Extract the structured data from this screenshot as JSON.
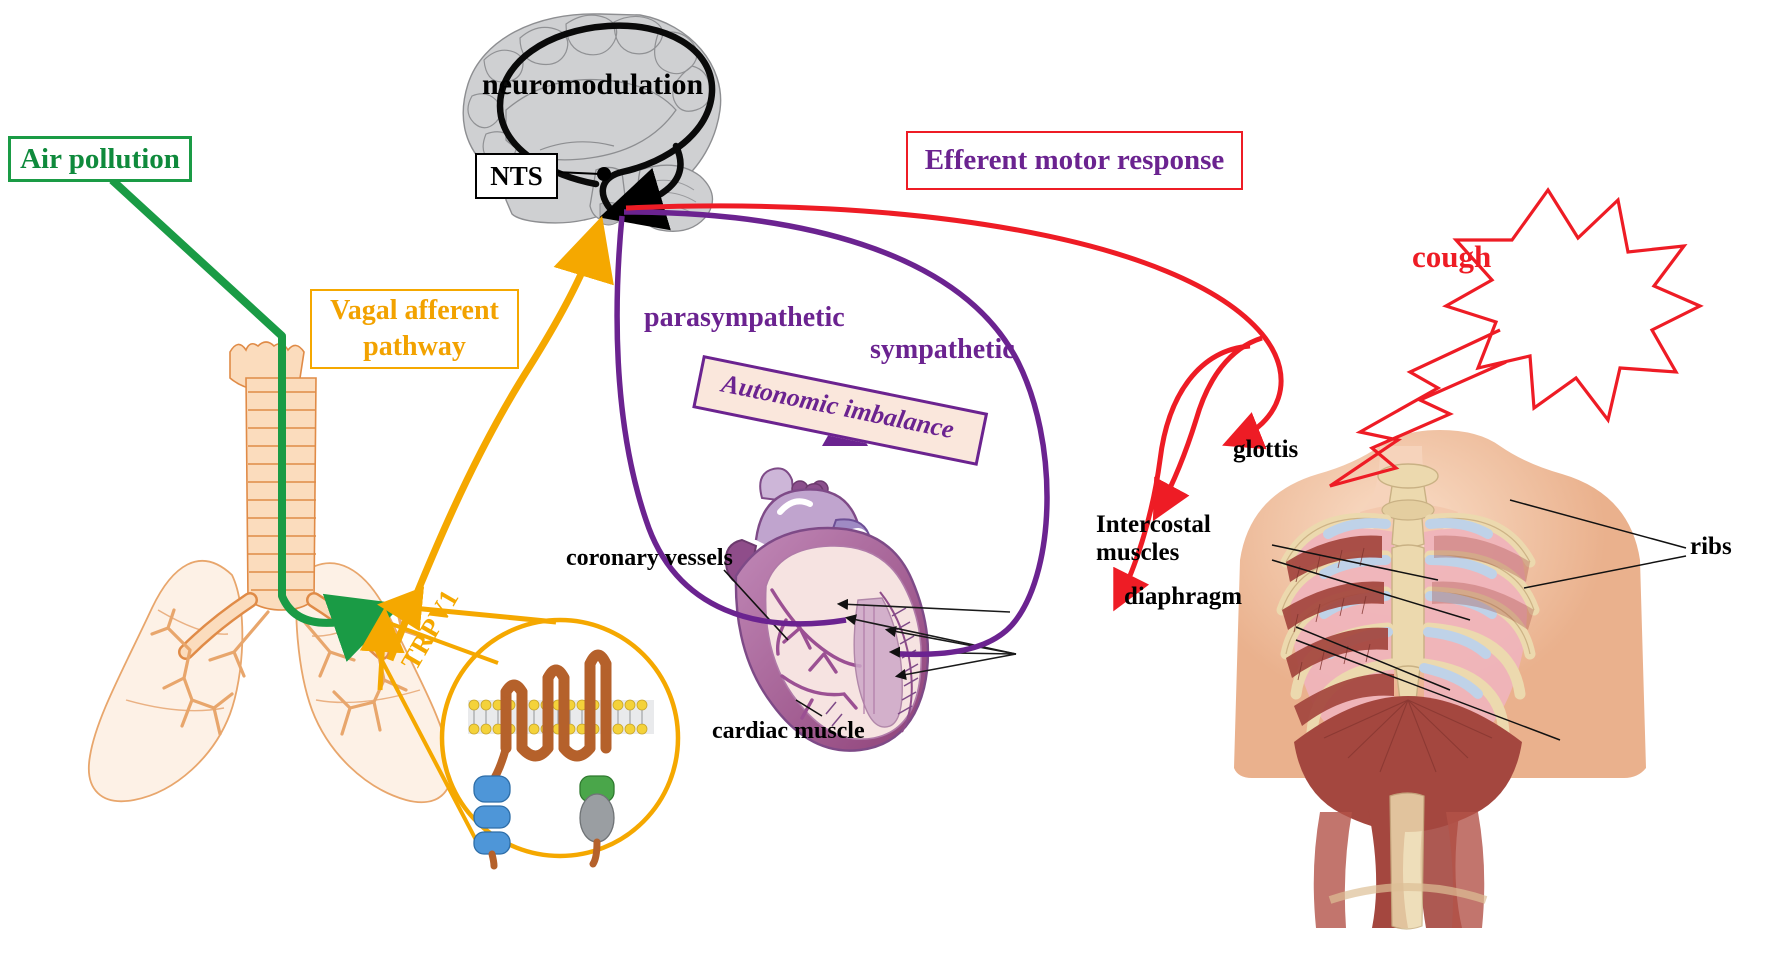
{
  "figure": {
    "title": "Air pollution induced vagal afferent, neuromodulation and efferent motor response pathway",
    "type": "biomedical-pathway-diagram"
  },
  "colors": {
    "green": "#1a9b45",
    "orange": "#f5a800",
    "purple": "#6b2390",
    "red": "#ee1c25",
    "black": "#000000",
    "brain_gray": "#cfd0d2",
    "lung_peach": "#f6c49a",
    "heart_magenta": "#a4538c",
    "plate_fill": "#fae7dc",
    "skin": "#f3c9ad",
    "rib_bone": "#ecd9ae",
    "muscle_red": "#a4473f",
    "lung_pink": "#efb4bb",
    "cartilage_blue": "#bfd2e8"
  },
  "labels": {
    "air_pollution": "Air pollution",
    "vagal_afferent_pathway": "Vagal afferent\npathway",
    "vagal_line1": "Vagal afferent",
    "vagal_line2": "pathway",
    "trpv1": "TRPV1",
    "nts": "NTS",
    "neuromodulation": "neuromodulation",
    "efferent_motor_response": "Efferent motor response",
    "parasympathetic": "parasympathetic",
    "sympathetic": "sympathetic",
    "autonomic_imbalance": "Autonomic imbalance",
    "coronary_vessels": "coronary vessels",
    "cardiac_muscle": "cardiac muscle",
    "cough": "cough",
    "glottis": "glottis",
    "intercostal_muscles_line1": "Intercostal",
    "intercostal_muscles_line2": "muscles",
    "diaphragm": "diaphragm",
    "ribs": "ribs"
  },
  "anatomy": {
    "brain": "sagittal-brain-section",
    "lungs": "lungs-trachea-bronchi",
    "heart": "heart-cutaway",
    "thorax": "thorax-ribcage-diaphragm",
    "receptor": "trpv1-membrane-channel"
  },
  "pathways": [
    {
      "name": "air-pollution-to-airway",
      "color": "#1a9b45",
      "style": "solid-arrow"
    },
    {
      "name": "vagal-afferent-to-nts",
      "color": "#f5a800",
      "style": "solid-arrow"
    },
    {
      "name": "neuromodulation-loop",
      "color": "#000000",
      "style": "thick-curve"
    },
    {
      "name": "parasympathetic-to-heart",
      "color": "#6b2390",
      "style": "solid-curve"
    },
    {
      "name": "sympathetic-to-heart",
      "color": "#6b2390",
      "style": "solid-curve"
    },
    {
      "name": "efferent-motor-to-cough",
      "color": "#ee1c25",
      "style": "solid-curve-arrow"
    }
  ]
}
